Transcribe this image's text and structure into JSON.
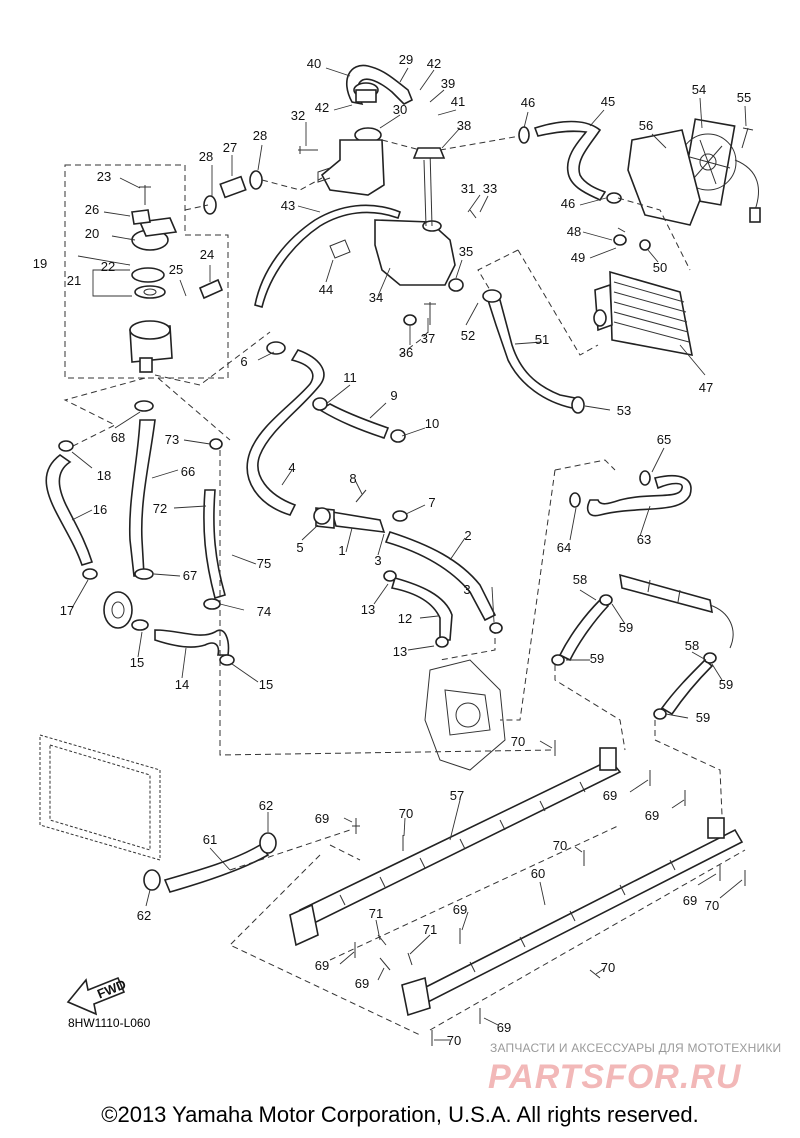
{
  "diagram": {
    "part_labels": [
      "1",
      "2",
      "3",
      "3",
      "4",
      "5",
      "6",
      "7",
      "8",
      "9",
      "10",
      "11",
      "12",
      "13",
      "13",
      "14",
      "15",
      "15",
      "16",
      "17",
      "18",
      "19",
      "20",
      "21",
      "22",
      "23",
      "24",
      "25",
      "26",
      "27",
      "28",
      "28",
      "29",
      "30",
      "31",
      "32",
      "33",
      "34",
      "35",
      "36",
      "37",
      "38",
      "39",
      "40",
      "41",
      "42",
      "42",
      "43",
      "44",
      "45",
      "46",
      "46",
      "47",
      "48",
      "49",
      "50",
      "51",
      "52",
      "53",
      "54",
      "55",
      "56",
      "57",
      "58",
      "58",
      "59",
      "59",
      "59",
      "59",
      "60",
      "61",
      "62",
      "62",
      "63",
      "64",
      "65",
      "66",
      "67",
      "68",
      "69",
      "69",
      "69",
      "69",
      "69",
      "69",
      "69",
      "69",
      "70",
      "70",
      "70",
      "70",
      "70",
      "70",
      "71",
      "71",
      "72",
      "73",
      "74",
      "75"
    ],
    "drawing_code": "8HW1110-L060",
    "fwd_arrow_text": "FWD"
  },
  "watermark": {
    "tagline": "ЗАПЧАСТИ И АКСЕССУАРЫ ДЛЯ МОТОТЕХНИКИ",
    "logo": "PARTSFOR.RU"
  },
  "footer": {
    "copyright": "©2013 Yamaha Motor Corporation, U.S.A. All rights reserved."
  }
}
